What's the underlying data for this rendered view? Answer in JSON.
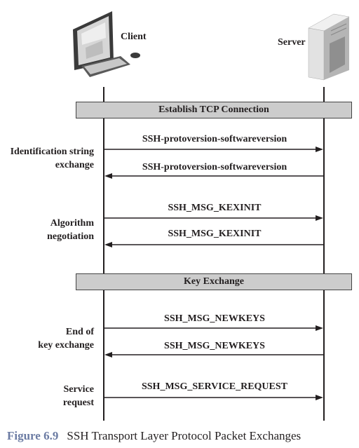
{
  "client_label": "Client",
  "server_label": "Server",
  "phases": [
    {
      "label": "Establish TCP Connection"
    },
    {
      "label": "Key Exchange"
    }
  ],
  "side_labels": [
    {
      "line1": "Identification string",
      "line2": "exchange"
    },
    {
      "line1": "Algorithm",
      "line2": "negotiation"
    },
    {
      "line1": "End of",
      "line2": "key exchange"
    },
    {
      "line1": "Service",
      "line2": "request"
    }
  ],
  "messages": [
    {
      "label": "SSH-protoversion-softwareversion",
      "direction": "to-server"
    },
    {
      "label": "SSH-protoversion-softwareversion",
      "direction": "to-client"
    },
    {
      "label": "SSH_MSG_KEXINIT",
      "direction": "to-server"
    },
    {
      "label": "SSH_MSG_KEXINIT",
      "direction": "to-client"
    },
    {
      "label": "SSH_MSG_NEWKEYS",
      "direction": "to-server"
    },
    {
      "label": "SSH_MSG_NEWKEYS",
      "direction": "to-client"
    },
    {
      "label": "SSH_MSG_SERVICE_REQUEST",
      "direction": "to-server"
    }
  ],
  "caption": {
    "number": "Figure 6.9",
    "text": "SSH Transport Layer Protocol Packet Exchanges"
  }
}
